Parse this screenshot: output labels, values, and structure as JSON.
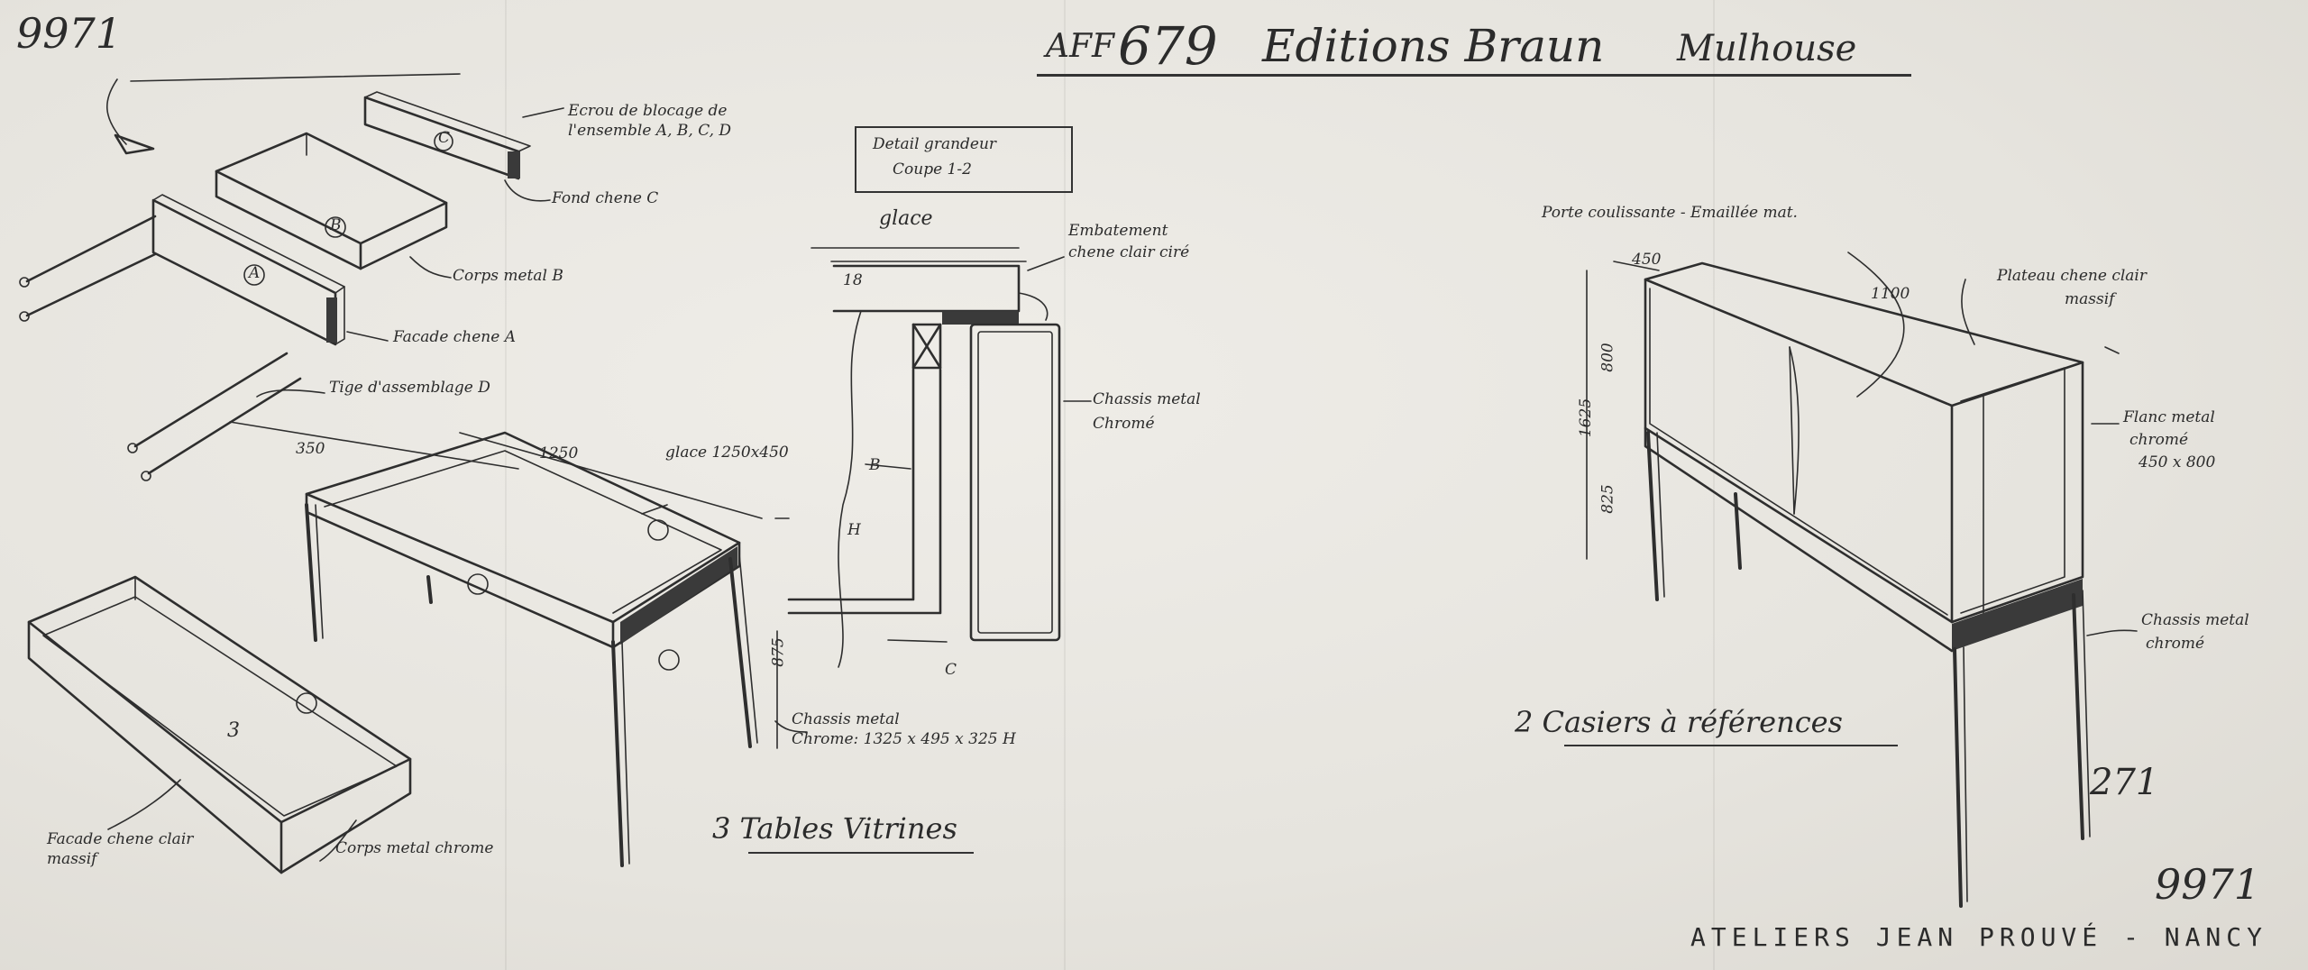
{
  "sheet": {
    "top_left_ref": "9971",
    "exploded_title": "Schema d'assemblage du tiroir",
    "main_title": {
      "aff": "AFF",
      "number": "679",
      "name": "Editions Braun",
      "city": "Mulhouse"
    },
    "bottom_right_ref": "9971",
    "workshop": "ATELIERS JEAN PROUVÉ - NANCY",
    "page_number": "271"
  },
  "exploded_view": {
    "part_c_label": "Ecrou de blocage de l'ensemble A, B, C, D",
    "part_c_detail": "Fond chene C",
    "part_b_label": "Corps metal B",
    "part_a_label": "Facade chene A",
    "rods_label": "Tige d'assemblage D",
    "markers": [
      "C",
      "B",
      "A"
    ],
    "tray_marker": "3",
    "tray_front_label": "Facade chene clair massif",
    "tray_body_label": "Corps metal chrome"
  },
  "table": {
    "dims_top": [
      "350",
      "1250"
    ],
    "glass_label": "glace 1250x450",
    "chassis_label_1": "Chassis metal",
    "chassis_label_2": "Chrome: 1325 x 495 x 325 H",
    "height_dim": "875",
    "caption": "3 Tables Vitrines"
  },
  "section_detail": {
    "title_1": "Detail grandeur",
    "title_2": "Coupe 1-2",
    "glass": "glace",
    "thickness": "18",
    "rebate_1": "Embatement",
    "rebate_2": "chene clair ciré",
    "chassis_1": "Chassis metal",
    "chassis_2": "Chromé",
    "marker_b": "B",
    "height_mark": "H",
    "marker_c": "C"
  },
  "cabinet": {
    "top_label": "Porte coulissante - Emaillée mat.",
    "dim_depth": "450",
    "dim_width": "1100",
    "dim_total_h": "1625",
    "dim_body_h": "800",
    "dim_leg_h": "825",
    "top_panel_1": "Plateau chene clair",
    "top_panel_2": "massif",
    "side_1": "Flanc metal",
    "side_2": "chromé",
    "side_3": "450 x 800",
    "base_1": "Chassis metal",
    "base_2": "chromé",
    "caption": "2 Casiers à références"
  }
}
